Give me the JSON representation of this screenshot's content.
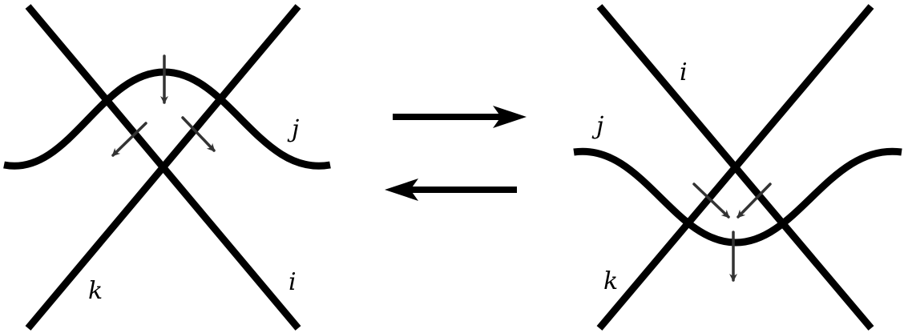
{
  "colors": {
    "strand": "#000000",
    "small_arrow": "#333333",
    "move_arrow": "#000000"
  },
  "left_panel": {
    "labels": {
      "j": "j",
      "k": "k",
      "i": "i"
    }
  },
  "right_panel": {
    "labels": {
      "i": "i",
      "j": "j",
      "k": "k"
    }
  },
  "transition_arrows": [
    {
      "direction": "right"
    },
    {
      "direction": "left"
    }
  ]
}
